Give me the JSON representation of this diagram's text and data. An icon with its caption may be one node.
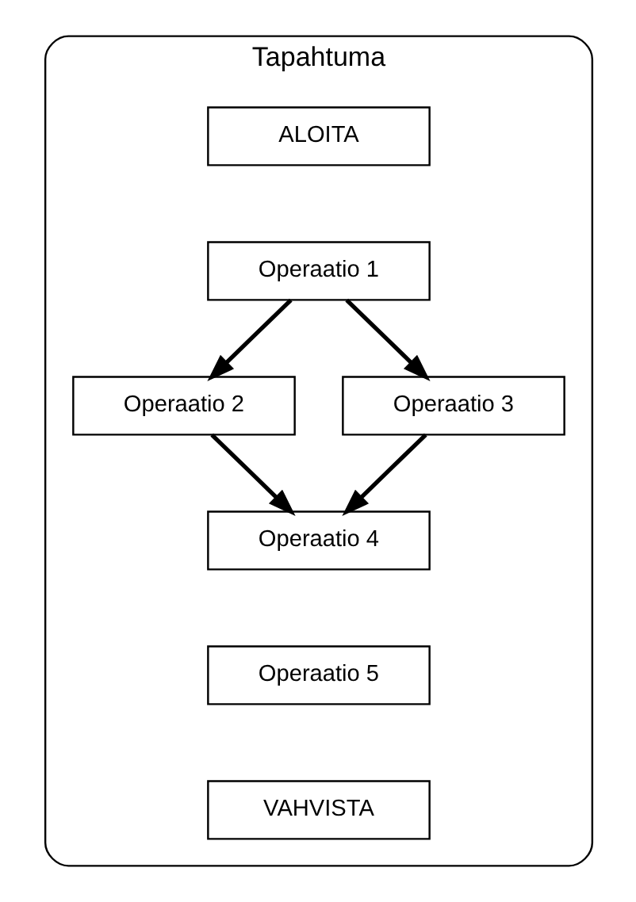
{
  "diagram": {
    "nodes": [
      {
        "text": [
          "Tapahtuma"
        ]
      },
      {
        "text": [
          "ALOITA"
        ],
        "in": 0
      },
      {
        "text": [
          "Operaatio 1"
        ],
        "in": 0
      },
      {
        "text": [
          "Operaatio 2"
        ],
        "in": 0
      },
      {
        "text": [
          "Operaatio 3"
        ],
        "in": 0
      },
      {
        "text": [
          "Operaatio 4"
        ],
        "in": 0
      },
      {
        "text": [
          "Operaatio 5"
        ],
        "in": 0
      },
      {
        "text": [
          "VAHVISTA"
        ],
        "in": 0
      }
    ],
    "edges": [
      {
        "from": 2,
        "to": 3,
        "arrow": "to"
      },
      {
        "from": 2,
        "to": 4,
        "arrow": "to"
      },
      {
        "from": 3,
        "to": 5,
        "arrow": "to"
      },
      {
        "from": 4,
        "to": 5,
        "arrow": "to"
      }
    ]
  }
}
